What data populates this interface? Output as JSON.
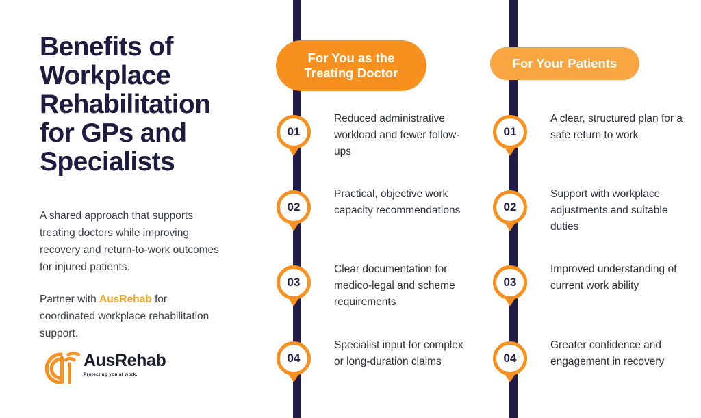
{
  "left": {
    "headline": "Benefits of Workplace Rehabilitation for GPs and Specialists",
    "intro": "A shared approach that supports treating doctors while improving recovery and return-to-work outcomes for injured patients.",
    "partner_prefix": "Partner with ",
    "partner_brand": "AusRehab",
    "partner_suffix": " for coordinated workplace rehabilitation support."
  },
  "logo": {
    "mark_icon": "ausrehab-a-wifi-icon",
    "wordmark": "AusRehab",
    "tagline": "Protecting you at work."
  },
  "columns": [
    {
      "header": "For You as the Treating Doctor",
      "header_color": "#f7901e",
      "items": [
        {
          "number": "01",
          "text": "Reduced administrative workload and fewer follow-ups"
        },
        {
          "number": "02",
          "text": "Practical, objective work capacity recommendations"
        },
        {
          "number": "03",
          "text": "Clear documentation for medico-legal and scheme requirements"
        },
        {
          "number": "04",
          "text": "Specialist input for complex or long-duration claims"
        }
      ]
    },
    {
      "header": "For Your Patients",
      "header_color": "#f9a541",
      "items": [
        {
          "number": "01",
          "text": "A clear, structured plan for a safe return to work"
        },
        {
          "number": "02",
          "text": "Support with workplace adjustments and suitable duties"
        },
        {
          "number": "03",
          "text": "Improved understanding of current work ability"
        },
        {
          "number": "04",
          "text": "Greater confidence and engagement in recovery"
        }
      ]
    }
  ],
  "theme": {
    "navy": "#211c47",
    "orange": "#f7901e",
    "orange_light": "#f9a541",
    "body_text": "#2f2f38",
    "background": "#ffffff"
  }
}
